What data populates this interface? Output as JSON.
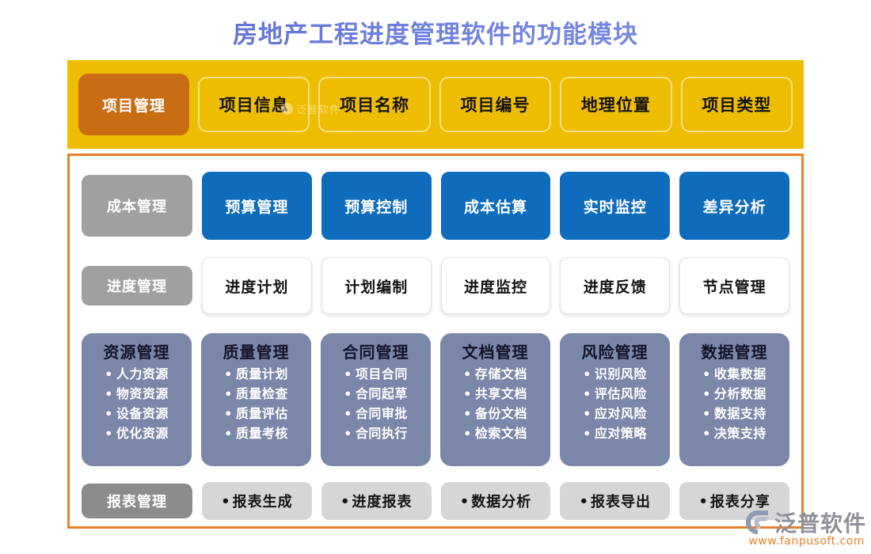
{
  "title": "房地产工程进度管理软件的功能模块",
  "colors": {
    "title_text": "#5a6fd2",
    "header_band": "#efbd00",
    "header_primary": "#c96d14",
    "panel_border": "#e8802a",
    "cost_cell": "#0f6cbd",
    "row_label_gray": "#a0a0a0",
    "card_bg": "#7b87a8",
    "report_cell": "#d6d6d6",
    "report_label": "#8c8c8c"
  },
  "header": {
    "primary_label": "项目管理",
    "items": [
      {
        "label": "项目信息"
      },
      {
        "label": "项目名称"
      },
      {
        "label": "项目编号"
      },
      {
        "label": "地理位置"
      },
      {
        "label": "项目类型"
      }
    ],
    "watermark": "泛普软件"
  },
  "rows": {
    "cost": {
      "label": "成本管理",
      "cells": [
        {
          "label": "预算管理"
        },
        {
          "label": "预算控制"
        },
        {
          "label": "成本估算"
        },
        {
          "label": "实时监控"
        },
        {
          "label": "差异分析"
        }
      ]
    },
    "schedule": {
      "label": "进度管理",
      "cells": [
        {
          "label": "进度计划"
        },
        {
          "label": "计划编制"
        },
        {
          "label": "进度监控"
        },
        {
          "label": "进度反馈"
        },
        {
          "label": "节点管理"
        }
      ]
    },
    "report": {
      "label": "报表管理",
      "cells": [
        {
          "label": "报表生成"
        },
        {
          "label": "进度报表"
        },
        {
          "label": "数据分析"
        },
        {
          "label": "报表导出"
        },
        {
          "label": "报表分享"
        }
      ]
    }
  },
  "cards": [
    {
      "title": "资源管理",
      "items": [
        "人力资源",
        "物资资源",
        "设备资源",
        "优化资源"
      ]
    },
    {
      "title": "质量管理",
      "items": [
        "质量计划",
        "质量检查",
        "质量评估",
        "质量考核"
      ]
    },
    {
      "title": "合同管理",
      "items": [
        "项目合同",
        "合同起草",
        "合同审批",
        "合同执行"
      ]
    },
    {
      "title": "文档管理",
      "items": [
        "存储文档",
        "共享文档",
        "备份文档",
        "检索文档"
      ]
    },
    {
      "title": "风险管理",
      "items": [
        "识别风险",
        "评估风险",
        "应对风险",
        "应对策略"
      ]
    },
    {
      "title": "数据管理",
      "items": [
        "收集数据",
        "分析数据",
        "数据支持",
        "决策支持"
      ]
    }
  ],
  "brand": {
    "name": "泛普软件",
    "url": "www.fanpusoft.com"
  }
}
